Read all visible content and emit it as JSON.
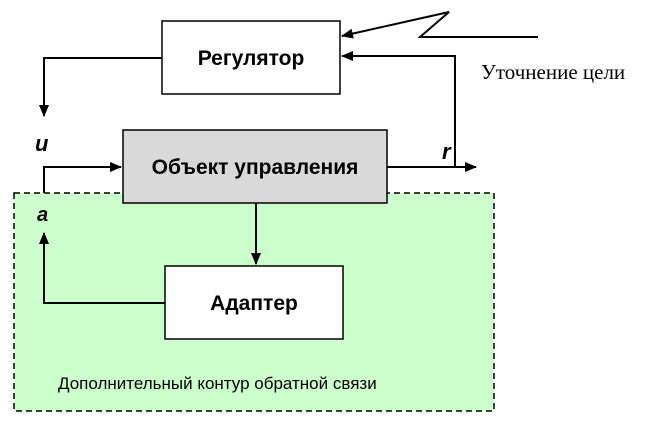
{
  "blocks": {
    "regulator": "Регулятор",
    "plant": "Объект управления",
    "adapter": "Адаптер"
  },
  "signals": {
    "u": "u",
    "r": "r",
    "a": "a"
  },
  "annotations": {
    "goal_refinement": "Уточнение цели",
    "feedback_loop_caption": "Дополнительный контур обратной связи"
  },
  "colors": {
    "feedback_region_fill": "#ccffcc",
    "plant_fill": "#d9d9d9",
    "block_fill": "#ffffff",
    "line": "#000000"
  }
}
